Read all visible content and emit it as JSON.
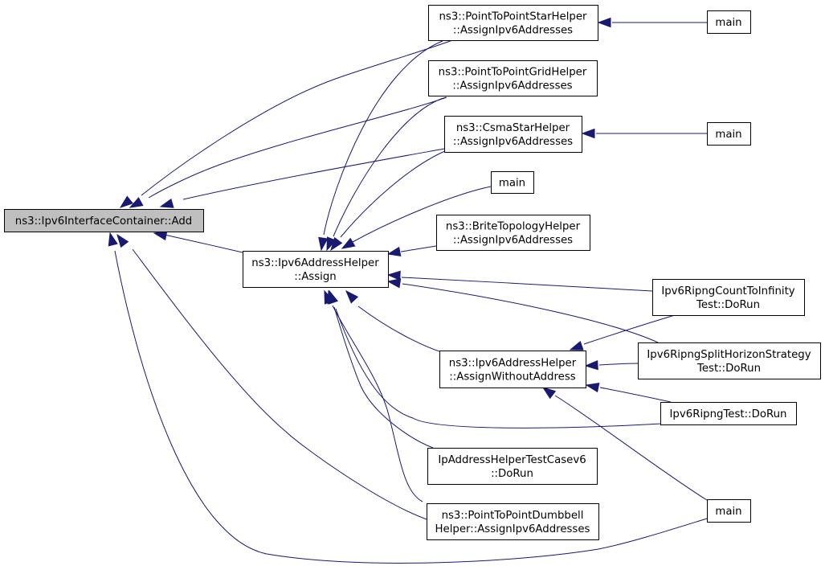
{
  "nodes": {
    "root": {
      "lines": [
        "ns3::Ipv6InterfaceContainer::Add"
      ]
    },
    "assign": {
      "lines": [
        "ns3::Ipv6AddressHelper",
        "::Assign"
      ]
    },
    "p2pstar": {
      "lines": [
        "ns3::PointToPointStarHelper",
        "::AssignIpv6Addresses"
      ]
    },
    "p2pgrid": {
      "lines": [
        "ns3::PointToPointGridHelper",
        "::AssignIpv6Addresses"
      ]
    },
    "csmastar": {
      "lines": [
        "ns3::CsmaStarHelper",
        "::AssignIpv6Addresses"
      ]
    },
    "main_mid": {
      "lines": [
        "main"
      ]
    },
    "brite": {
      "lines": [
        "ns3::BriteTopologyHelper",
        "::AssignIpv6Addresses"
      ]
    },
    "withoutaddr": {
      "lines": [
        "ns3::Ipv6AddressHelper",
        "::AssignWithoutAddress"
      ]
    },
    "iphelpertest": {
      "lines": [
        "IpAddressHelperTestCasev6",
        "::DoRun"
      ]
    },
    "dumbbell": {
      "lines": [
        "ns3::PointToPointDumbbell",
        "Helper::AssignIpv6Addresses"
      ]
    },
    "main_star": {
      "lines": [
        "main"
      ]
    },
    "main_csma": {
      "lines": [
        "main"
      ]
    },
    "ripcount": {
      "lines": [
        "Ipv6RipngCountToInfinity",
        "Test::DoRun"
      ]
    },
    "ripsplit": {
      "lines": [
        "Ipv6RipngSplitHorizonStrategy",
        "Test::DoRun"
      ]
    },
    "riptest": {
      "lines": [
        "Ipv6RipngTest::DoRun"
      ]
    },
    "main_bottom": {
      "lines": [
        "main"
      ]
    }
  },
  "edges": [
    {
      "from": "p2pstar",
      "to": "root"
    },
    {
      "from": "p2pgrid",
      "to": "root"
    },
    {
      "from": "csmastar",
      "to": "root"
    },
    {
      "from": "assign",
      "to": "root"
    },
    {
      "from": "dumbbell",
      "to": "root"
    },
    {
      "from": "main_bottom",
      "to": "root"
    },
    {
      "from": "p2pstar",
      "to": "assign"
    },
    {
      "from": "p2pgrid",
      "to": "assign"
    },
    {
      "from": "csmastar",
      "to": "assign"
    },
    {
      "from": "main_mid",
      "to": "assign"
    },
    {
      "from": "brite",
      "to": "assign"
    },
    {
      "from": "ripcount",
      "to": "assign"
    },
    {
      "from": "ripsplit",
      "to": "assign"
    },
    {
      "from": "withoutaddr",
      "to": "assign"
    },
    {
      "from": "riptest",
      "to": "assign"
    },
    {
      "from": "iphelpertest",
      "to": "assign"
    },
    {
      "from": "dumbbell",
      "to": "assign"
    },
    {
      "from": "main_star",
      "to": "p2pstar"
    },
    {
      "from": "main_csma",
      "to": "csmastar"
    },
    {
      "from": "ripcount",
      "to": "withoutaddr"
    },
    {
      "from": "ripsplit",
      "to": "withoutaddr"
    },
    {
      "from": "riptest",
      "to": "withoutaddr"
    },
    {
      "from": "main_bottom",
      "to": "withoutaddr"
    }
  ]
}
